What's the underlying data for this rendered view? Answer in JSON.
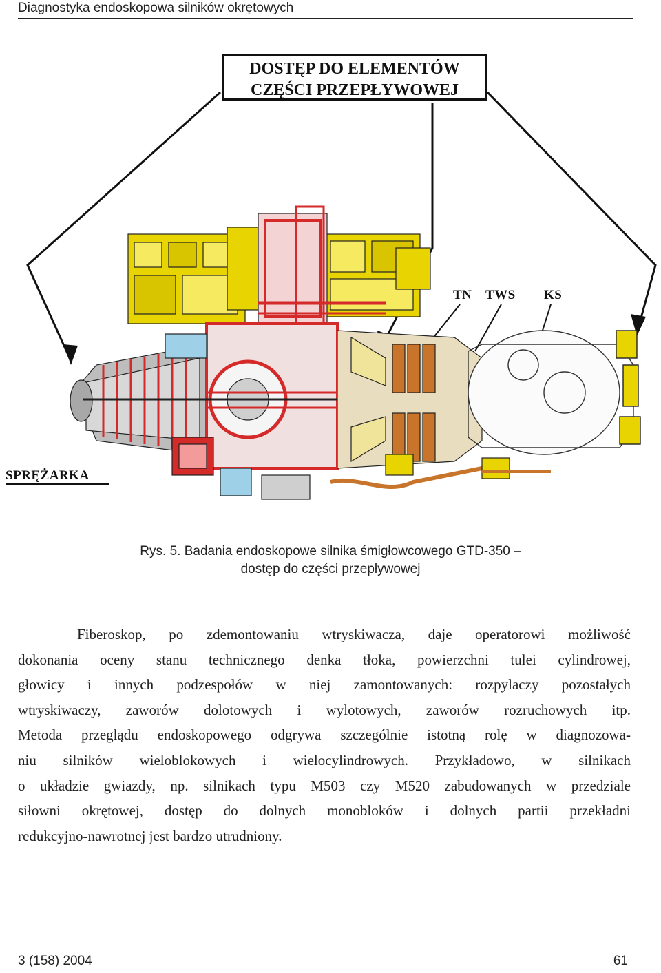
{
  "header": {
    "running_title": "Diagnostyka endoskopowa silników okrętowych"
  },
  "figure": {
    "box_line1": "DOSTĘP DO ELEMENTÓW",
    "box_line2": "CZĘŚCI PRZEPŁYWOWEJ",
    "label_compressor": "SPRĘŻARKA",
    "label_tn": "TN",
    "label_tws": "TWS",
    "label_ks": "KS",
    "colors": {
      "yellow": "#e8d400",
      "red": "#d42a2a",
      "orange": "#c8742a",
      "gray": "#8a8a8a",
      "outline": "#222222"
    },
    "icons": [
      "arrow-left",
      "arrow-right",
      "engine-cutaway"
    ]
  },
  "caption": {
    "line1": "Rys. 5. Badania endoskopowe silnika śmigłowcowego GTD-350 –",
    "line2": "dostęp do części przepływowej"
  },
  "body": {
    "lines": [
      "Fiberoskop, po zdemontowaniu wtryskiwacza, daje operatorowi możliwość",
      "dokonania oceny stanu technicznego denka tłoka, powierzchni tulei cylindrowej,",
      "głowicy i innych podzespołów w niej zamontowanych: rozpylaczy pozostałych",
      "wtryskiwaczy, zaworów dolotowych i wylotowych, zaworów rozruchowych itp.",
      "Metoda przeglądu endoskopowego odgrywa szczególnie istotną rolę w diagnozowa-",
      "niu silników wieloblokowych i wielocylindrowych. Przykładowo, w silnikach",
      "o układzie gwiazdy, np. silnikach typu M503 czy M520 zabudowanych w przedziale",
      "siłowni okrętowej, dostęp do dolnych monobloków i dolnych partii przekładni",
      "redukcyjno-nawrotnej jest bardzo utrudniony."
    ]
  },
  "footer": {
    "issue": "3 (158) 2004",
    "page_number": "61"
  }
}
